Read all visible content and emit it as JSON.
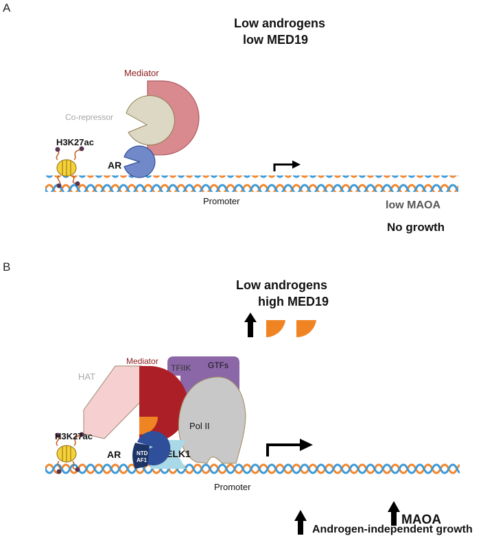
{
  "panel_a": {
    "label": "A",
    "title_line1": "Low androgens",
    "title_line2": "low MED19",
    "mediator": "Mediator",
    "corepressor": "Co-repressor",
    "h3k27ac": "H3K27ac",
    "ar": "AR",
    "promoter": "Promoter",
    "output": "low MAOA",
    "growth": "No growth"
  },
  "panel_b": {
    "label": "B",
    "title_line1": "Low androgens",
    "title_line2": "high MED19",
    "hat": "HAT",
    "mediator": "Mediator",
    "tfiik": "TFIIK",
    "gtfs": "GTFs",
    "pol2": "Pol II",
    "h3k27ac": "H3K27ac",
    "ar": "AR",
    "ntd1": "NTD",
    "ntd2": "AF1",
    "elk1": "ELK1",
    "promoter": "Promoter",
    "output": "MAOA",
    "growth": "Androgen-independent growth"
  },
  "colors": {
    "dna_orange": "#f2862e",
    "dna_blue": "#3a9ad9",
    "mediator_a": "#d88a8f",
    "mediator_b": "#ad1f26",
    "med19": "#f08423",
    "corepressor": "#ddd8c4",
    "ar": "#2f4f9a",
    "elk1": "#a9d8e6",
    "pol2": "#c8c8c8",
    "gtfs": "#8b67a8",
    "hat": "#f6cfd0",
    "mediator_label": "#8b1a1a"
  }
}
